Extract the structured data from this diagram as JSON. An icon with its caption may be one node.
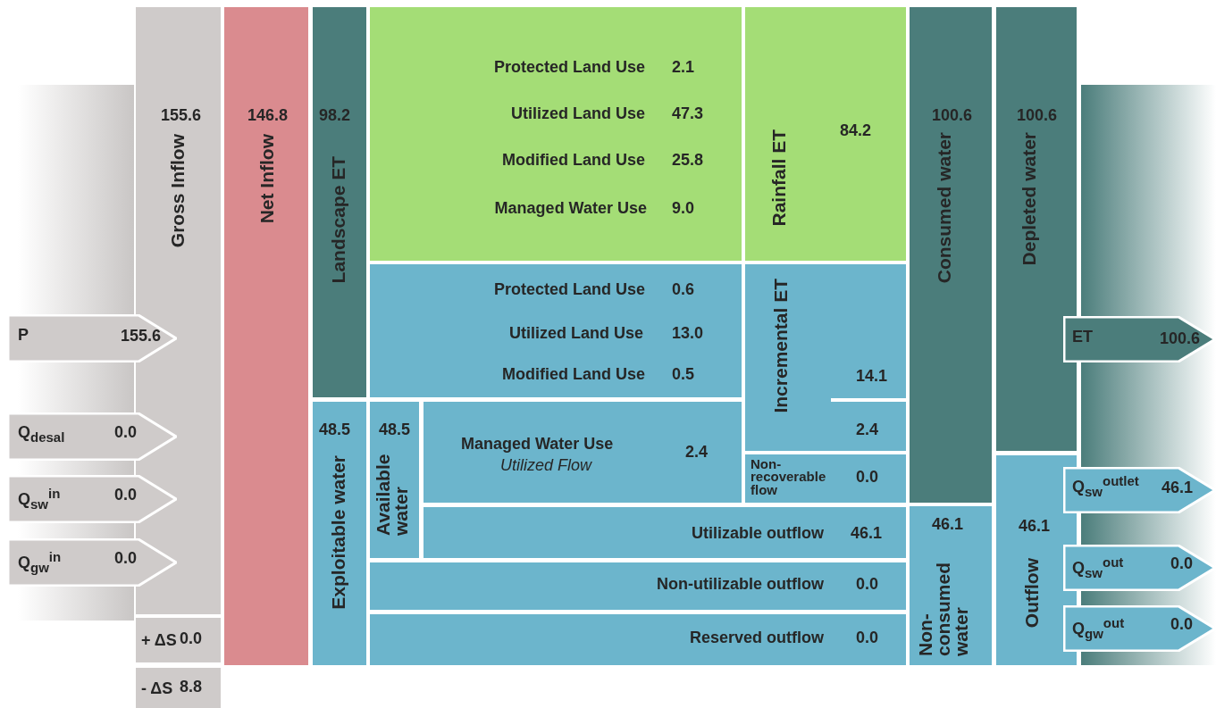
{
  "diagram": {
    "nodes": [
      {
        "text": [
          "Gross Inflow",
          "155.6"
        ]
      },
      {
        "text": [
          "+ ΔS",
          "0.0"
        ]
      },
      {
        "text": [
          "- ΔS",
          "8.8"
        ]
      },
      {
        "text": [
          "Net Inflow",
          "146.8"
        ]
      },
      {
        "text": [
          "Landscape ET",
          "98.2"
        ]
      },
      {
        "text": [
          "Exploitable water",
          "48.5"
        ]
      },
      {
        "text": [
          "Protected Land Use",
          "2.1",
          "Utilized Land Use",
          "47.3",
          "Modified Land Use",
          "25.8",
          "Managed Water Use",
          "9.0"
        ]
      },
      {
        "text": [
          "Rainfall ET",
          "84.2"
        ]
      },
      {
        "text": [
          "Protected Land Use",
          "0.6",
          "Utilized Land Use",
          "13.0",
          "Modified Land Use",
          "0.5"
        ]
      },
      {
        "text": [
          "Incremental ET",
          "14.1",
          "2.4"
        ]
      },
      {
        "text": [
          "Available water",
          "48.5"
        ]
      },
      {
        "text": [
          "Managed Water Use",
          "Utilized Flow",
          "2.4"
        ]
      },
      {
        "text": [
          "Non-recoverable flow",
          "0.0"
        ]
      },
      {
        "text": [
          "Utilizable outflow",
          "46.1"
        ]
      },
      {
        "text": [
          "Non-utilizable outflow",
          "0.0"
        ]
      },
      {
        "text": [
          "Reserved outflow",
          "0.0"
        ]
      },
      {
        "text": [
          "Consumed water",
          "100.6"
        ]
      },
      {
        "text": [
          "Non-consumed water",
          "46.1"
        ]
      },
      {
        "text": [
          "Depleted water",
          "100.6"
        ]
      },
      {
        "text": [
          "Outflow",
          "46.1"
        ]
      },
      {
        "text": [
          "P",
          "155.6"
        ]
      },
      {
        "text": [
          "Q$_{desal}$",
          "0.0"
        ]
      },
      {
        "text": [
          "Q$_{sw}$$^{in}$",
          "0.0"
        ]
      },
      {
        "text": [
          "Q$_{gw}$$^{in}$",
          "0.0"
        ]
      },
      {
        "text": [
          "ET",
          "100.6"
        ]
      },
      {
        "text": [
          "Q$_{sw}$$^{outlet}$",
          "46.1"
        ]
      },
      {
        "text": [
          "Q$_{sw}$$^{out}$",
          "0.0"
        ]
      },
      {
        "text": [
          "Q$_{gw}$$^{out}$",
          "0.0"
        ]
      }
    ]
  }
}
